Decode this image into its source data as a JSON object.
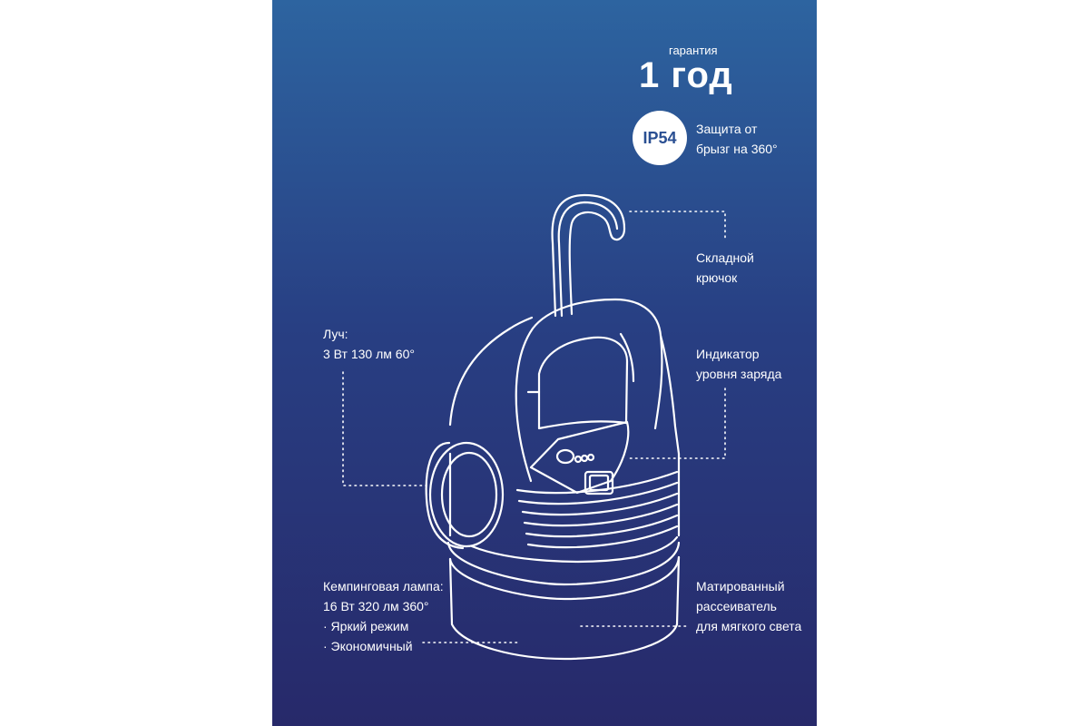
{
  "warranty": {
    "label": "гарантия",
    "value": "1 год"
  },
  "ip_rating": {
    "badge": "IP54",
    "text": "Защита от\nбрызг на 360°"
  },
  "callouts": {
    "hook": "Складной\nкрючок",
    "charge_indicator": "Индикатор\nуровня заряда",
    "beam": "Луч:\n3 Вт 130 лм 60°",
    "diffuser": "Матированный\nрассеиватель\nдля мягкого света",
    "camping_lamp": "Кемпинговая лампа:\n16 Вт 320 лм 360°\n· Яркий режим\n· Экономичный"
  },
  "colors": {
    "gradient_top": "#2d64a0",
    "gradient_mid": "#283f83",
    "gradient_bottom": "#27296a",
    "line": "#ffffff",
    "badge_text": "#2a4f92"
  },
  "icons": [
    "camping-lantern-illustration"
  ]
}
